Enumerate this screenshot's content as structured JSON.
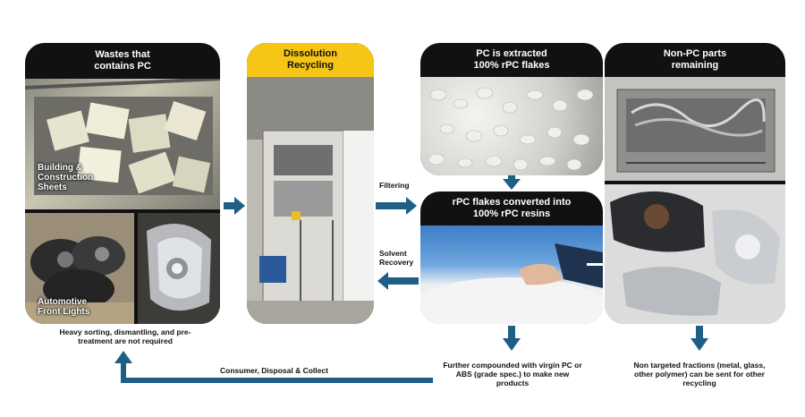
{
  "panels": {
    "wastes": {
      "title": "Wastes that\ncontains PC",
      "label_top": "Building &\nConstruction\nSheets",
      "label_bottom": "Automotive\nFront Lights"
    },
    "dissolution": {
      "title": "Dissolution\nRecycling"
    },
    "extracted": {
      "title": "PC is extracted\n100% rPC flakes"
    },
    "converted": {
      "title": "rPC flakes converted into\n100% rPC resins"
    },
    "nonpc": {
      "title": "Non-PC parts\nremaining"
    }
  },
  "arrows": {
    "filtering": "Filtering",
    "solvent": "Solvent\nRecovery",
    "consumer": "Consumer, Disposal & Collect"
  },
  "notes": {
    "sorting": "Heavy sorting, dismantling, and pre-\ntreatment are not required",
    "compounded": "Further compounded with virgin PC or\nABS (grade spec.) to make new\nproducts",
    "nontargeted": "Non targeted fractions (metal, glass,\nother polymer) can be sent for other\nrecycling"
  },
  "colors": {
    "arrow": "#1f5f86",
    "header_dark": "#0d0d0d",
    "header_yellow": "#f6c515"
  }
}
